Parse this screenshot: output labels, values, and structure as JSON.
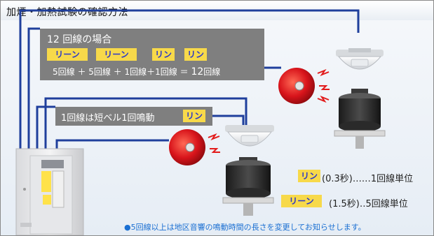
{
  "header": {
    "title": "加煙・加熱試験の確認方法"
  },
  "box1": {
    "title": "12 回線の場合",
    "tags": [
      "リーン",
      "リーン",
      "リン",
      "リン"
    ],
    "formula": {
      "part1": "5回線 ＋ 5回線 ＋ 1回線＋1回線 ＝ ",
      "total": "12",
      "unit": "回線"
    }
  },
  "box2": {
    "text": "1回線は短ベル1回鳴動",
    "tag": "リン"
  },
  "legend": {
    "rin_tag": "リン",
    "rin_text": "(0.3秒)‥‥‥1回線単位",
    "riin_tag": "リーン",
    "riin_text": "(1.5秒)‥5回線単位"
  },
  "note": "●5回線以上は地区音響の鳴動時間の長さを変更してお知らせします。",
  "colors": {
    "wire": "#1f3f9c",
    "tag_bg": "#f7d94a",
    "tag_text": "#2b38c8",
    "bell": "#d8141b",
    "note": "#1a6fd2"
  }
}
